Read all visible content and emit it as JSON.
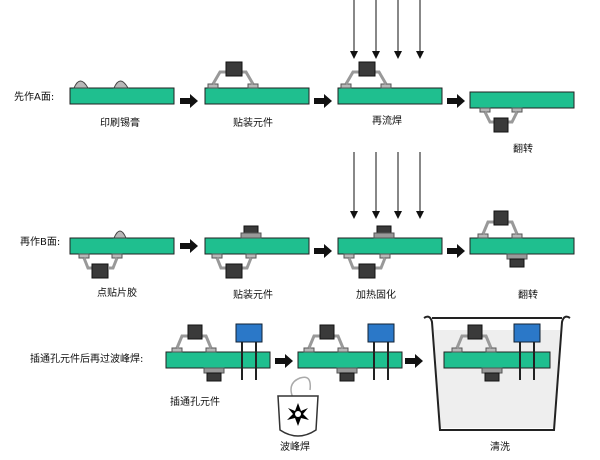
{
  "rows": [
    {
      "label": "先作A面:",
      "steps": [
        "印刷锡膏",
        "贴装元件",
        "再流焊",
        "翻转"
      ]
    },
    {
      "label": "再作B面:",
      "steps": [
        "点贴片胶",
        "贴装元件",
        "加热固化",
        "翻转"
      ]
    },
    {
      "label": "插通孔元件后再过波峰焊:",
      "steps": [
        "插通孔元件",
        "波峰焊",
        "清洗"
      ]
    }
  ],
  "colors": {
    "board": "#1fbf8f",
    "component": "#3a3a3a",
    "pad": "#b8b8b8",
    "through_hole_component": "#2b78c8",
    "arrow": "#111111",
    "tank": "#eeeeee"
  }
}
